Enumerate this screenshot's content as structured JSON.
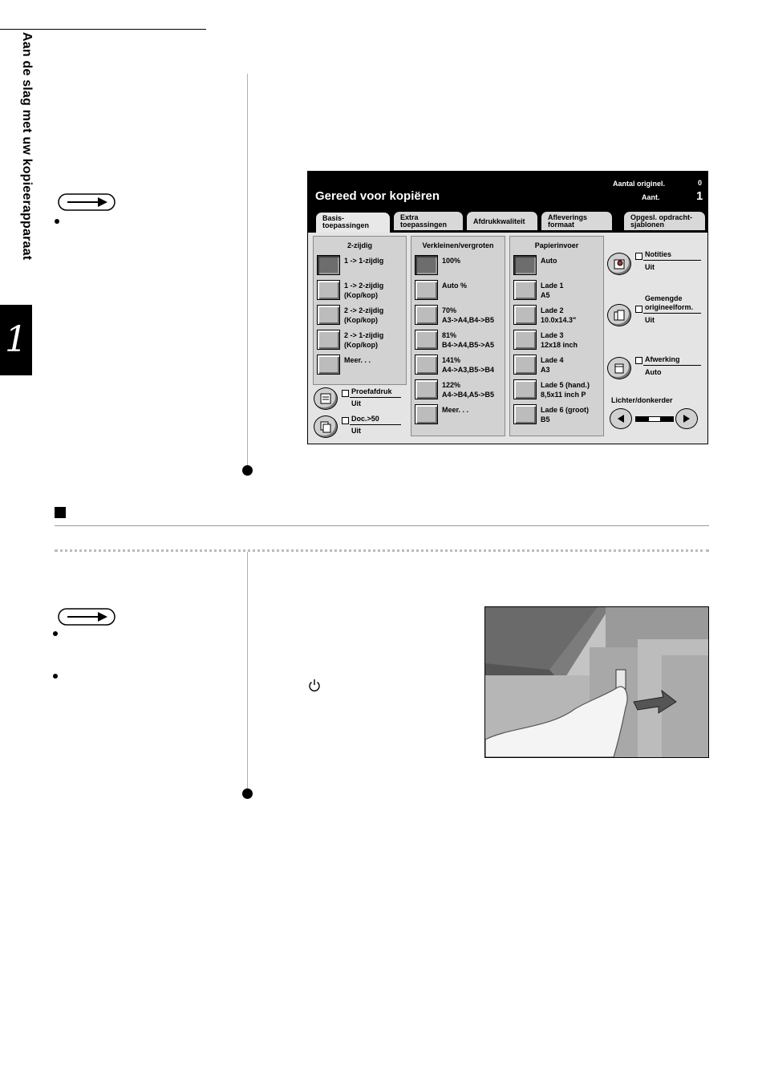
{
  "side_title": "Aan de slag met uw kopieerapparaat",
  "chapter_number": "1",
  "panel": {
    "title": "Gereed voor kopiëren",
    "originals_label": "Aantal originel.",
    "originals_value": "0",
    "quantity_label": "Aant.",
    "quantity_value": "1",
    "tabs": [
      {
        "line1": "Basis-",
        "line2": "toepassingen"
      },
      {
        "line1": "Extra",
        "line2": "toepassingen"
      },
      {
        "line1": "Afdrukkwaliteit",
        "line2": ""
      },
      {
        "line1": "Afleverings",
        "line2": "formaat"
      },
      {
        "line1": "Opgesl. opdracht-",
        "line2": "sjablonen"
      }
    ],
    "col1": {
      "heading": "2-zijdig",
      "items": [
        {
          "line1": "1 -> 1-zijdig",
          "line2": ""
        },
        {
          "line1": "1 -> 2-zijdig",
          "line2": "(Kop/kop)"
        },
        {
          "line1": "2 -> 2-zijdig",
          "line2": "(Kop/kop)"
        },
        {
          "line1": "2 -> 1-zijdig",
          "line2": "(Kop/kop)"
        },
        {
          "line1": "Meer. . .",
          "line2": ""
        }
      ]
    },
    "col2": {
      "heading": "Verkleinen/vergroten",
      "items": [
        {
          "line1": "100%",
          "line2": ""
        },
        {
          "line1": "Auto %",
          "line2": ""
        },
        {
          "line1": "70%",
          "line2": "A3->A4,B4->B5"
        },
        {
          "line1": "81%",
          "line2": "B4->A4,B5->A5"
        },
        {
          "line1": "141%",
          "line2": "A4->A3,B5->B4"
        },
        {
          "line1": "122%",
          "line2": "A4->B4,A5->B5"
        },
        {
          "line1": "Meer. . .",
          "line2": ""
        }
      ]
    },
    "col3": {
      "heading": "Papierinvoer",
      "items": [
        {
          "line1": "Auto",
          "line2": ""
        },
        {
          "line1": "Lade 1",
          "line2": "A5"
        },
        {
          "line1": "Lade 2",
          "line2": "10.0x14.3\""
        },
        {
          "line1": "Lade 3",
          "line2": "12x18 inch"
        },
        {
          "line1": "Lade 4",
          "line2": "A3"
        },
        {
          "line1": "Lade 5 (hand.)",
          "line2": "8,5x11 inch P"
        },
        {
          "line1": "Lade 6 (groot)",
          "line2": "B5"
        }
      ]
    },
    "proof": {
      "label": "Proefafdruk",
      "value": "Uit"
    },
    "doc50": {
      "label": "Doc.>50",
      "value": "Uit"
    },
    "notes": {
      "label": "Notities",
      "value": "Uit"
    },
    "mixed": {
      "line1": "Gemengde",
      "line2": "origineelform.",
      "value": "Uit"
    },
    "finishing": {
      "label": "Afwerking",
      "value": "Auto"
    },
    "lighter_darker": "Lichter/donkerder"
  }
}
